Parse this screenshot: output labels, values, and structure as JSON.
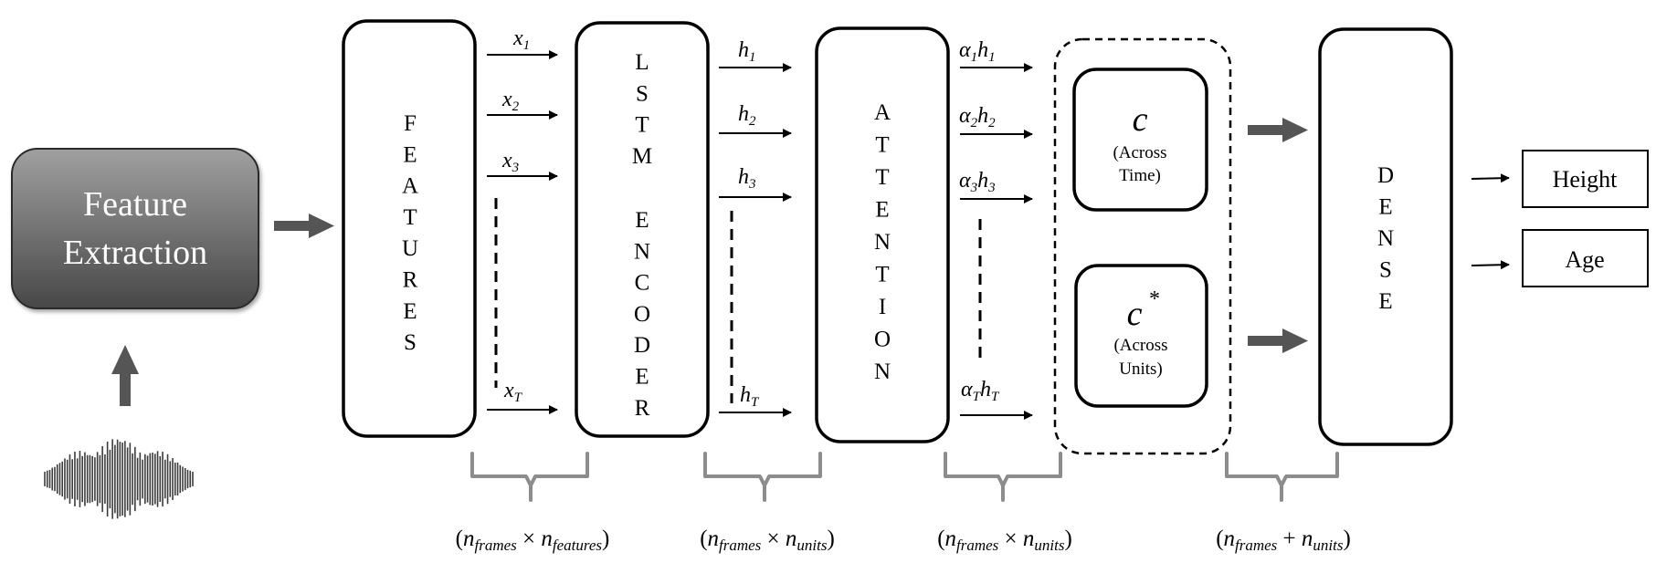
{
  "feature_extraction": {
    "line1": "Feature",
    "line2": "Extraction"
  },
  "blocks": {
    "features": [
      "F",
      "E",
      "A",
      "T",
      "U",
      "R",
      "E",
      "S"
    ],
    "lstm_line1": [
      "L",
      "S",
      "T",
      "M"
    ],
    "lstm_line2": [
      "E",
      "N",
      "C",
      "O",
      "D",
      "E",
      "R"
    ],
    "attention": [
      "A",
      "T",
      "T",
      "E",
      "N",
      "T",
      "I",
      "O",
      "N"
    ],
    "dense": [
      "D",
      "E",
      "N",
      "S",
      "E"
    ]
  },
  "inputs": [
    {
      "base": "x",
      "sub": "1"
    },
    {
      "base": "x",
      "sub": "2"
    },
    {
      "base": "x",
      "sub": "3"
    },
    {
      "base": "x",
      "sub": "T"
    }
  ],
  "hidden": [
    {
      "base": "h",
      "sub": "1"
    },
    {
      "base": "h",
      "sub": "2"
    },
    {
      "base": "h",
      "sub": "3"
    },
    {
      "base": "h",
      "sub": "T"
    }
  ],
  "weighted": [
    {
      "a": "α",
      "sub": "1",
      "h": "h",
      "hsub": "1"
    },
    {
      "a": "α",
      "sub": "2",
      "h": "h",
      "hsub": "2"
    },
    {
      "a": "α",
      "sub": "3",
      "h": "h",
      "hsub": "3"
    },
    {
      "a": "α",
      "sub": "T",
      "h": "h",
      "hsub": "T"
    }
  ],
  "context": {
    "time_symbol": "c",
    "time_l1": "(Across",
    "time_l2": "Time)",
    "units_symbol": "c",
    "units_sup": "*",
    "units_l1": "(Across",
    "units_l2": "Units)"
  },
  "outputs": {
    "height": "Height",
    "age": "Age"
  },
  "dimensions": {
    "d1": {
      "lp": "(",
      "a": "n",
      "asub": "frames",
      "op": " × ",
      "b": "n",
      "bsub": "features",
      "rp": ")"
    },
    "d2": {
      "lp": "(",
      "a": "n",
      "asub": "frames",
      "op": " × ",
      "b": "n",
      "bsub": "units",
      "rp": ")"
    },
    "d3": {
      "lp": "(",
      "a": "n",
      "asub": "frames",
      "op": " × ",
      "b": "n",
      "bsub": "units",
      "rp": ")"
    },
    "d4": {
      "lp": "(",
      "a": "n",
      "asub": "frames",
      "op": " + ",
      "b": "n",
      "bsub": "units",
      "rp": ")"
    }
  },
  "colors": {
    "fe_top": "#9a9a9a",
    "fe_bottom": "#4d4d4d",
    "thick_arrow": "#555555",
    "brace": "#8c8c8c",
    "stroke": "#000000"
  }
}
